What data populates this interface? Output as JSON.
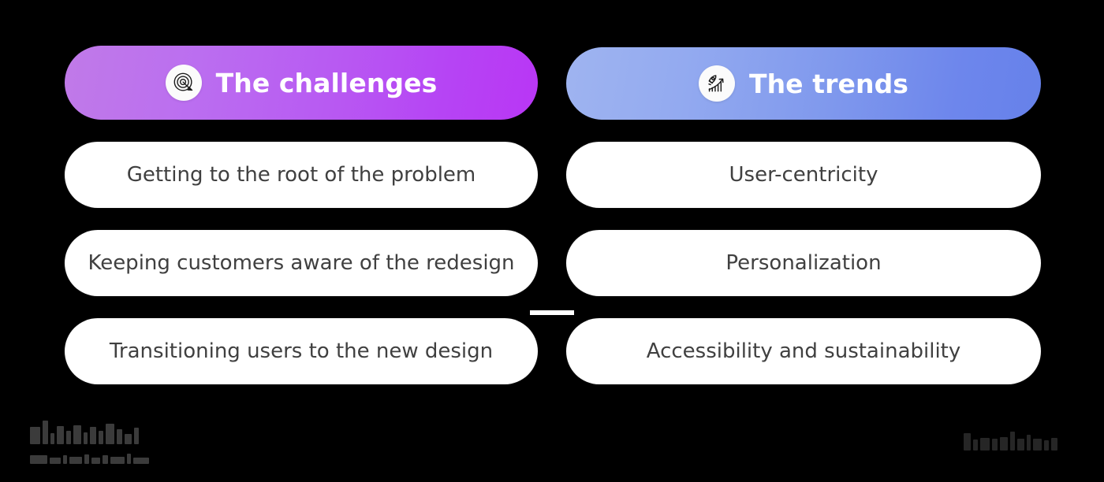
{
  "slide": {
    "background_color": "#000000",
    "layout": "two-column comparison"
  },
  "columns": [
    {
      "id": "challenges",
      "header": {
        "label": "The challenges",
        "icon": "target-arrow-icon",
        "gradient_from": "#c07ae8",
        "gradient_to": "#b936f5",
        "text_color": "#ffffff"
      },
      "items": [
        {
          "label": "Getting to the root of the problem"
        },
        {
          "label": "Keeping customers aware of the redesign"
        },
        {
          "label": "Transitioning users to the new design"
        }
      ]
    },
    {
      "id": "trends",
      "header": {
        "label": "The trends",
        "icon": "rocket-growth-chart-icon",
        "gradient_from": "#9fb4f0",
        "gradient_to": "#6681ea",
        "text_color": "#ffffff"
      },
      "items": [
        {
          "label": "User-centricity"
        },
        {
          "label": "Personalization"
        },
        {
          "label": "Accessibility and sustainability"
        }
      ]
    }
  ],
  "card_style": {
    "background_color": "#ffffff",
    "text_color": "#404040"
  },
  "watermarks": {
    "bottom_left": {
      "name": "company-logo-wordmark",
      "legible": false
    },
    "bottom_right": {
      "name": "source-wordmark",
      "legible": false
    }
  }
}
